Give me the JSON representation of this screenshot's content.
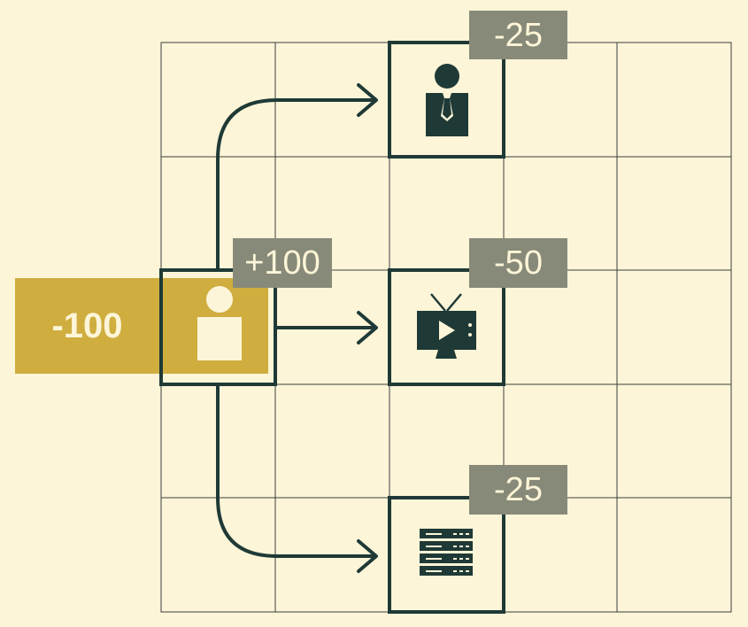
{
  "source": {
    "cost_label": "-100",
    "gain_label": "+100",
    "icon": "person-icon"
  },
  "targets": [
    {
      "id": "manager",
      "label": "-25",
      "icon": "businessman-icon"
    },
    {
      "id": "tv",
      "label": "-50",
      "icon": "television-icon"
    },
    {
      "id": "server",
      "label": "-25",
      "icon": "server-rack-icon"
    }
  ],
  "colors": {
    "background": "#fdf5d8",
    "grid_line": "#3a3f3b",
    "dark": "#1f3a36",
    "accent": "#cfad3f",
    "label_bg": "#888a79",
    "label_text": "#fdf5d8"
  }
}
